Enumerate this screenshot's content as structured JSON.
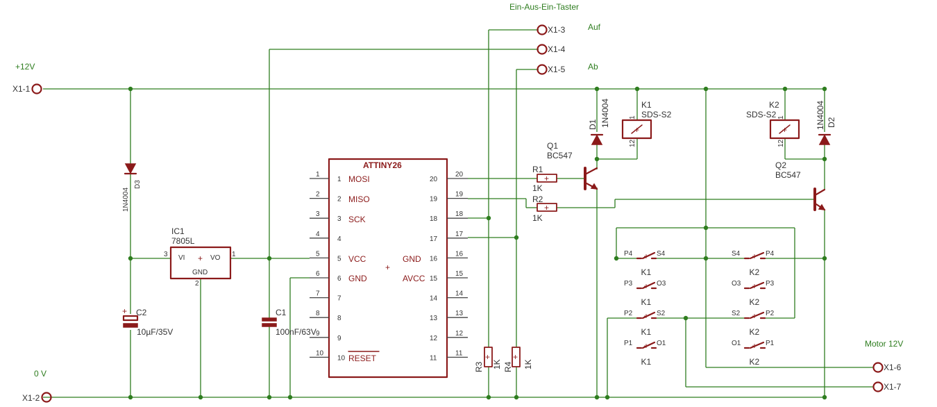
{
  "labels": {
    "switch_title": "Ein-Aus-Ein-Taster",
    "auf": "Auf",
    "ab": "Ab",
    "supply": "+12V",
    "ground": "0 V",
    "motor": "Motor 12V"
  },
  "connectors": {
    "x1_1": "X1-1",
    "x1_2": "X1-2",
    "x1_3": "X1-3",
    "x1_4": "X1-4",
    "x1_5": "X1-5",
    "x1_6": "X1-6",
    "x1_7": "X1-7"
  },
  "components": {
    "ic1": {
      "name": "IC1",
      "value": "7805L",
      "vi": "VI",
      "vo": "VO",
      "gnd": "GND",
      "pin_in": "3",
      "pin_out": "1",
      "pin_gnd": "2"
    },
    "mcu": {
      "name": "ATTINY26",
      "left_pins": [
        "1",
        "2",
        "3",
        "4",
        "5",
        "6",
        "7",
        "8",
        "9",
        "10"
      ],
      "right_pins": [
        "20",
        "19",
        "18",
        "17",
        "16",
        "15",
        "14",
        "13",
        "12",
        "11"
      ],
      "signals": {
        "mosi": "MOSI",
        "miso": "MISO",
        "sck": "SCK",
        "vcc": "VCC",
        "gnd_l": "GND",
        "gnd_r": "GND",
        "avcc": "AVCC",
        "reset": "RESET"
      }
    },
    "c1": {
      "name": "C1",
      "value": "100nF/63V"
    },
    "c2": {
      "name": "C2",
      "value": "10µF/35V"
    },
    "d1": {
      "name": "D1",
      "value": "1N4004"
    },
    "d2": {
      "name": "D2",
      "value": "1N4004"
    },
    "d3": {
      "name": "D3",
      "value": "1N4004"
    },
    "q1": {
      "name": "Q1",
      "value": "BC547"
    },
    "q2": {
      "name": "Q2",
      "value": "BC547"
    },
    "r1": {
      "name": "R1",
      "value": "1K"
    },
    "r2": {
      "name": "R2",
      "value": "1K"
    },
    "r3": {
      "name": "R3",
      "value": "1K"
    },
    "r4": {
      "name": "R4",
      "value": "1K"
    },
    "k1": {
      "name": "K1",
      "value": "SDS-S2",
      "pin1": "1",
      "pin12": "12"
    },
    "k2": {
      "name": "K2",
      "value": "SDS-S2",
      "pin1": "1",
      "pin12": "12"
    }
  },
  "contacts": {
    "k1": [
      {
        "left": "P4",
        "right": "S4",
        "coil": "K1"
      },
      {
        "left": "P3",
        "right": "O3",
        "coil": "K1"
      },
      {
        "left": "P2",
        "right": "S2",
        "coil": "K1"
      },
      {
        "left": "P1",
        "right": "O1",
        "coil": "K1"
      }
    ],
    "k2": [
      {
        "left": "S4",
        "right": "P4",
        "coil": "K2"
      },
      {
        "left": "O3",
        "right": "P3",
        "coil": "K2"
      },
      {
        "left": "S2",
        "right": "P2",
        "coil": "K2"
      },
      {
        "left": "O1",
        "right": "P1",
        "coil": "K2"
      }
    ]
  },
  "symbols": {
    "plus": "+"
  },
  "colors": {
    "wire": "#2e7d1f",
    "component": "#8b1a1a",
    "text": "#333333"
  }
}
